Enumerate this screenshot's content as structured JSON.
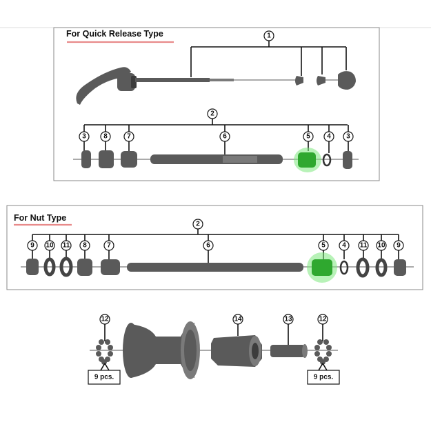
{
  "quick_release": {
    "title": "For Quick Release Type",
    "callouts": {
      "skewer_set": "1",
      "axle_set": "2",
      "lock_nut_left": "3",
      "cone_spacer": "8",
      "cone_left": "7",
      "axle": "6",
      "cone_right": "5",
      "washer": "4",
      "lock_nut_right": "3"
    },
    "highlighted_part": "5",
    "highlight_color": "#2fa82f"
  },
  "nut_type": {
    "title": "For Nut Type",
    "callouts": [
      "9",
      "10",
      "11",
      "8",
      "7",
      "6",
      "5",
      "4",
      "11",
      "10",
      "9"
    ],
    "group_callout": "2",
    "highlighted_part": "5",
    "highlight_color": "#2fa82f"
  },
  "hub_body": {
    "callouts": {
      "balls_left": "12",
      "freehub_body": "14",
      "spacer_tube": "13",
      "balls_right": "12"
    },
    "balls_left_qty": "9 pcs.",
    "balls_right_qty": "9 pcs."
  }
}
